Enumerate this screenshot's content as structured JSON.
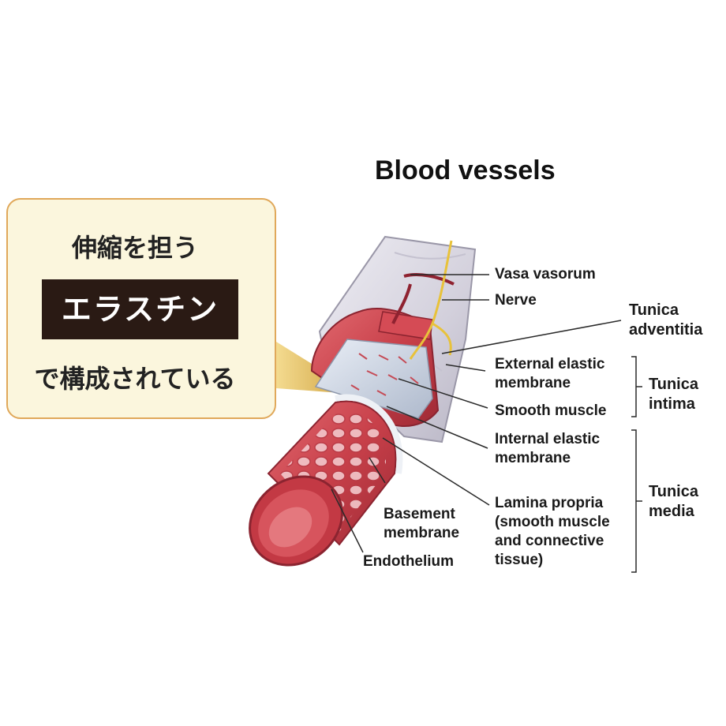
{
  "title": "Blood vessels",
  "callout": {
    "line1": "伸縮を担う",
    "highlight": "エラスチン",
    "line3": "で構成されている"
  },
  "labels": {
    "vasa_vasorum": "Vasa vasorum",
    "nerve": "Nerve",
    "external_elastic": "External elastic\nmembrane",
    "smooth_muscle": "Smooth muscle",
    "internal_elastic": "Internal elastic\nmembrane",
    "lamina_propria": "Lamina propria\n(smooth muscle\nand connective\ntissue)",
    "basement": "Basement\nmembrane",
    "endothelium": "Endothelium"
  },
  "groups": {
    "adventitia": "Tunica\nadventitia",
    "intima": "Tunica\nintima",
    "media": "Tunica\nmedia"
  },
  "colors": {
    "vessel_red": "#c8404a",
    "vessel_red_dark": "#9e2a35",
    "outer_layer": "#d9d6e0",
    "callout_fill": "#fbf6dd",
    "callout_border": "#e0a85a",
    "highlight_fill": "#2a1a14",
    "nerve_yellow": "#e8c23a"
  }
}
